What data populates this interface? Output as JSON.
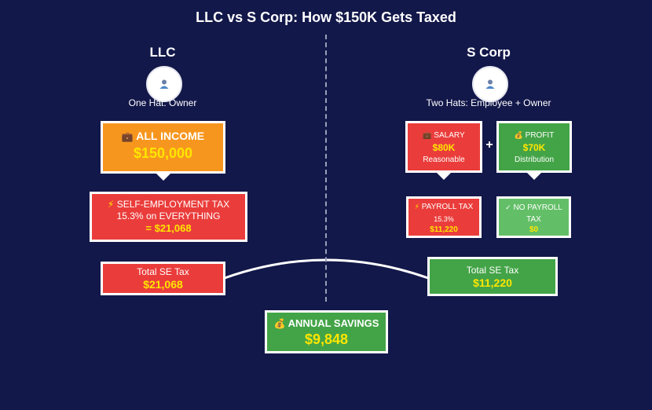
{
  "title": "LLC vs S Corp: How $150K Gets Taxed",
  "llc": {
    "heading": "LLC",
    "avatar_icon": "person-icon",
    "role": "One Hat: Owner",
    "income": {
      "icon": "briefcase-icon",
      "label": "ALL INCOME",
      "value": "$150,000"
    },
    "se_tax": {
      "icon": "lightning-icon",
      "label": "SELF-EMPLOYMENT TAX",
      "rate": "15.3% on EVERYTHING",
      "value": "= $21,068"
    },
    "total": {
      "label": "Total SE Tax",
      "value": "$21,068"
    }
  },
  "scorp": {
    "heading": "S Corp",
    "avatar_icon": "person-icon",
    "role": "Two Hats: Employee + Owner",
    "salary": {
      "icon": "briefcase-icon",
      "label": "SALARY",
      "value": "$80K",
      "note": "Reasonable"
    },
    "plus": "+",
    "profit": {
      "icon": "money-bag-icon",
      "label": "PROFIT",
      "value": "$70K",
      "note": "Distribution"
    },
    "payroll_tax": {
      "icon": "lightning-icon",
      "label": "PAYROLL TAX",
      "rate": "15.3%",
      "value": "$11,220"
    },
    "no_payroll_tax": {
      "icon": "check-icon",
      "label": "NO PAYROLL TAX",
      "value": "$0"
    },
    "total": {
      "label": "Total SE Tax",
      "value": "$11,220"
    }
  },
  "savings": {
    "icon": "money-bag-icon",
    "label": "ANNUAL SAVINGS",
    "value": "$9,848"
  },
  "colors": {
    "background": "#13184a",
    "orange": "#f7961e",
    "red": "#ea3d3b",
    "green": "#43a447",
    "light_green": "#63bf67",
    "highlight": "#ffe600"
  }
}
